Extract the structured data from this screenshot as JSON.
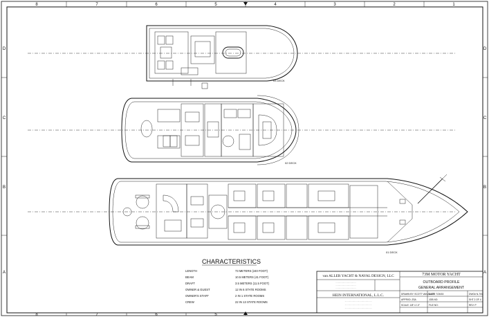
{
  "border": {
    "columns": [
      "8",
      "7",
      "6",
      "5",
      "4",
      "3",
      "2",
      "1"
    ],
    "rows": [
      "D",
      "C",
      "B",
      "A"
    ]
  },
  "decks": {
    "deck3": "03 DECK",
    "deck2": "02 DECK",
    "deck1": "01 DECK"
  },
  "characteristics": {
    "title": "CHARACTERISTICS",
    "rows": [
      {
        "label": "LENGTH",
        "value": "73 METERS (240 FOOT)"
      },
      {
        "label": "BEAM",
        "value": "10.5 METERS (41 FOOT)"
      },
      {
        "label": "DRAFT",
        "value": "3.5 METERS (11.5 FOOT)"
      },
      {
        "label": "OWNER & GUEST",
        "value": "12 IN 6 STATE ROOMS"
      },
      {
        "label": "OWNER'S STAFF",
        "value": "2 IN 1 STATE ROOMS"
      },
      {
        "label": "CREW",
        "value": "22 IN 13 STATE ROOMS"
      }
    ]
  },
  "title_block": {
    "company": "van ALLER YACHT & NAVAL DESIGN, LLC",
    "client": "HEIN INTERNATIONAL, L.L.C.",
    "project": "73M MOTOR YACHT",
    "drawing_title_1": "OUTBOARD PROFILE",
    "drawing_title_2": "GENERAL ARRANGEMENT",
    "drawn_by": "DRAWN BY: SCOTT VAN ALLER",
    "date": "DATE: 7/26/15",
    "dwg_no": "DWG# N-701",
    "approved": "APPRVD: ZSA",
    "job_no": "JOB NO:",
    "sheet": "SHT 2 OF 4",
    "scale": "SCALE: 1/8\"=1'-0\"",
    "file_no": "FILE NO:",
    "rev": "REV: P"
  }
}
